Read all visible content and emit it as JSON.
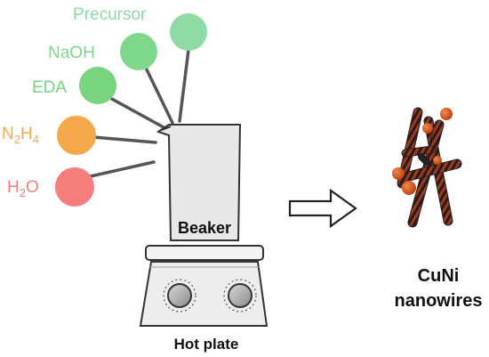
{
  "reagents": [
    {
      "label": "Precursor",
      "color": "#8fd9a5"
    },
    {
      "label": "NaOH",
      "color": "#7ed88a"
    },
    {
      "label": "EDA",
      "color": "#78d47e"
    },
    {
      "label": "N2H4",
      "label_main": "N",
      "sub1": "2",
      "label_mid": "H",
      "sub2": "4",
      "color": "#f5a84a"
    },
    {
      "label": "H2O",
      "label_main": "H",
      "sub1": "2",
      "label_end": "O",
      "color": "#f57d7b"
    }
  ],
  "beaker": {
    "label": "Beaker"
  },
  "hotplate": {
    "label": "Hot plate"
  },
  "product": {
    "line1": "CuNi",
    "line2": "nanowires"
  },
  "colors": {
    "beaker_fill": "#e8e8e8",
    "beaker_stroke": "#333333",
    "wire": "#b44a2a",
    "bead": "#d85a1a"
  }
}
